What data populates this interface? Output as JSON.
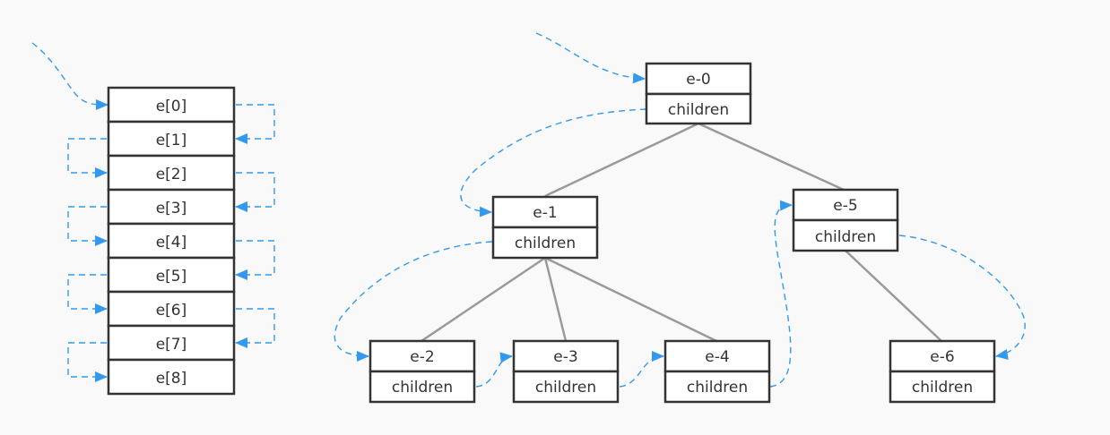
{
  "array": {
    "cells": [
      "e[0]",
      "e[1]",
      "e[2]",
      "e[3]",
      "e[4]",
      "e[5]",
      "e[6]",
      "e[7]",
      "e[8]"
    ]
  },
  "tree": {
    "children_label": "children",
    "nodes": [
      {
        "id": "e-0",
        "label": "e-0"
      },
      {
        "id": "e-1",
        "label": "e-1"
      },
      {
        "id": "e-2",
        "label": "e-2"
      },
      {
        "id": "e-3",
        "label": "e-3"
      },
      {
        "id": "e-4",
        "label": "e-4"
      },
      {
        "id": "e-5",
        "label": "e-5"
      },
      {
        "id": "e-6",
        "label": "e-6"
      }
    ],
    "edges": [
      [
        "e-0",
        "e-1"
      ],
      [
        "e-0",
        "e-5"
      ],
      [
        "e-1",
        "e-2"
      ],
      [
        "e-1",
        "e-3"
      ],
      [
        "e-1",
        "e-4"
      ],
      [
        "e-5",
        "e-6"
      ]
    ],
    "traversal": [
      "e-0",
      "e-1",
      "e-2",
      "e-3",
      "e-4",
      "e-5",
      "e-6"
    ]
  },
  "colors": {
    "link": "#3399ee",
    "tree_edge": "#9a9a9a",
    "box_stroke": "#333333"
  }
}
